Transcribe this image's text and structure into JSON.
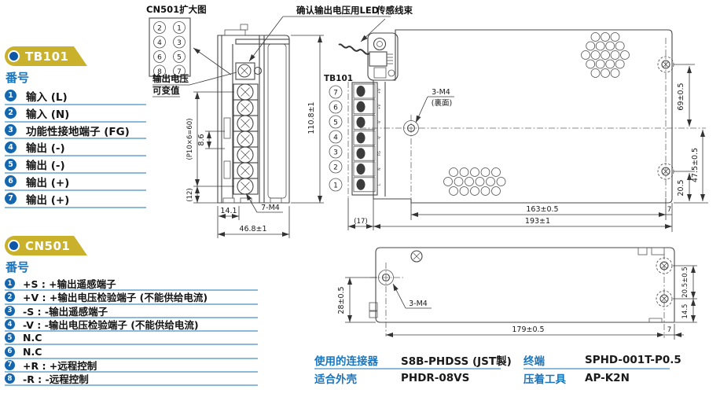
{
  "colors": {
    "accent_blue": "#1b75bc",
    "badge_gold": "#c9b12c",
    "circle_blue": "#1466ae",
    "underline_blue": "#8bbada"
  },
  "tb101": {
    "badge_label": "TB101",
    "heading": "番号",
    "items": [
      {
        "num": "1",
        "label": "输入 (L)"
      },
      {
        "num": "2",
        "label": "输入 (N)"
      },
      {
        "num": "3",
        "label": "功能性接地端子 (FG)"
      },
      {
        "num": "4",
        "label": "输出 (-)"
      },
      {
        "num": "5",
        "label": "输出 (-)"
      },
      {
        "num": "6",
        "label": "输出 (+)"
      },
      {
        "num": "7",
        "label": "输出 (+)"
      }
    ]
  },
  "cn501": {
    "badge_label": "CN501",
    "heading": "番号",
    "items": [
      {
        "num": "1",
        "label": "+S : +输出遥感端子"
      },
      {
        "num": "2",
        "label": "+V : +输出电压检验端子 (不能供给电流)"
      },
      {
        "num": "3",
        "label": "-S : -输出遥感端子"
      },
      {
        "num": "4",
        "label": "-V : -输出电压检验端子 (不能供给电流)"
      },
      {
        "num": "5",
        "label": "N.C"
      },
      {
        "num": "6",
        "label": "N.C"
      },
      {
        "num": "7",
        "label": "+R : +远程控制"
      },
      {
        "num": "8",
        "label": "-R : -远程控制"
      }
    ]
  },
  "annotations": {
    "cn501_enlarged": "CN501扩大图",
    "cn501_pins": [
      "2",
      "1",
      "4",
      "3",
      "6",
      "5",
      "8",
      "7"
    ],
    "vout_line1": "输出电压",
    "vout_line2": "可变值",
    "led_label": "确认输出电压用LED",
    "harness_label": "传感线束",
    "tb101_side_label": "TB101",
    "tb101_pins": [
      "7",
      "6",
      "5",
      "4",
      "3",
      "2",
      "1"
    ],
    "terminal_labels": [
      "+V",
      "+V",
      "-V",
      "-V",
      "FG",
      "N",
      "L"
    ]
  },
  "dims": {
    "side_height": "110.8±1",
    "pitch": "(P10×6=60)",
    "gap": "8.6",
    "offset12": "(12)",
    "depth_front": "14.1",
    "depth_total": "46.8±1",
    "screws7": "7-M4",
    "front_3m4": "3-M4",
    "front_3m4_note": "(裏面)",
    "front_h_upper": "69±0.5",
    "front_h_lower": "47.5±0.5",
    "front_hole_edge": "20.5",
    "front_edge7": "7",
    "front_w_inner": "163±0.5",
    "front_w_total": "193±1",
    "front_left17": "(17)",
    "bottom_h28": "28±0.5",
    "bottom_3m4": "3-M4",
    "bottom_w179": "179±0.5",
    "bottom_pitch205": "20.5±0.5",
    "bottom_edge145": "14.5",
    "bottom_edge7": "7"
  },
  "connector_table": {
    "left": [
      {
        "label": "使用的连接器",
        "value": "S8B-PHDSS (JST製)"
      },
      {
        "label": "适合外壳",
        "value": "PHDR-08VS"
      }
    ],
    "right": [
      {
        "label": "终端",
        "value": "SPHD-001T-P0.5"
      },
      {
        "label": "压着工具",
        "value": "AP-K2N"
      }
    ]
  }
}
